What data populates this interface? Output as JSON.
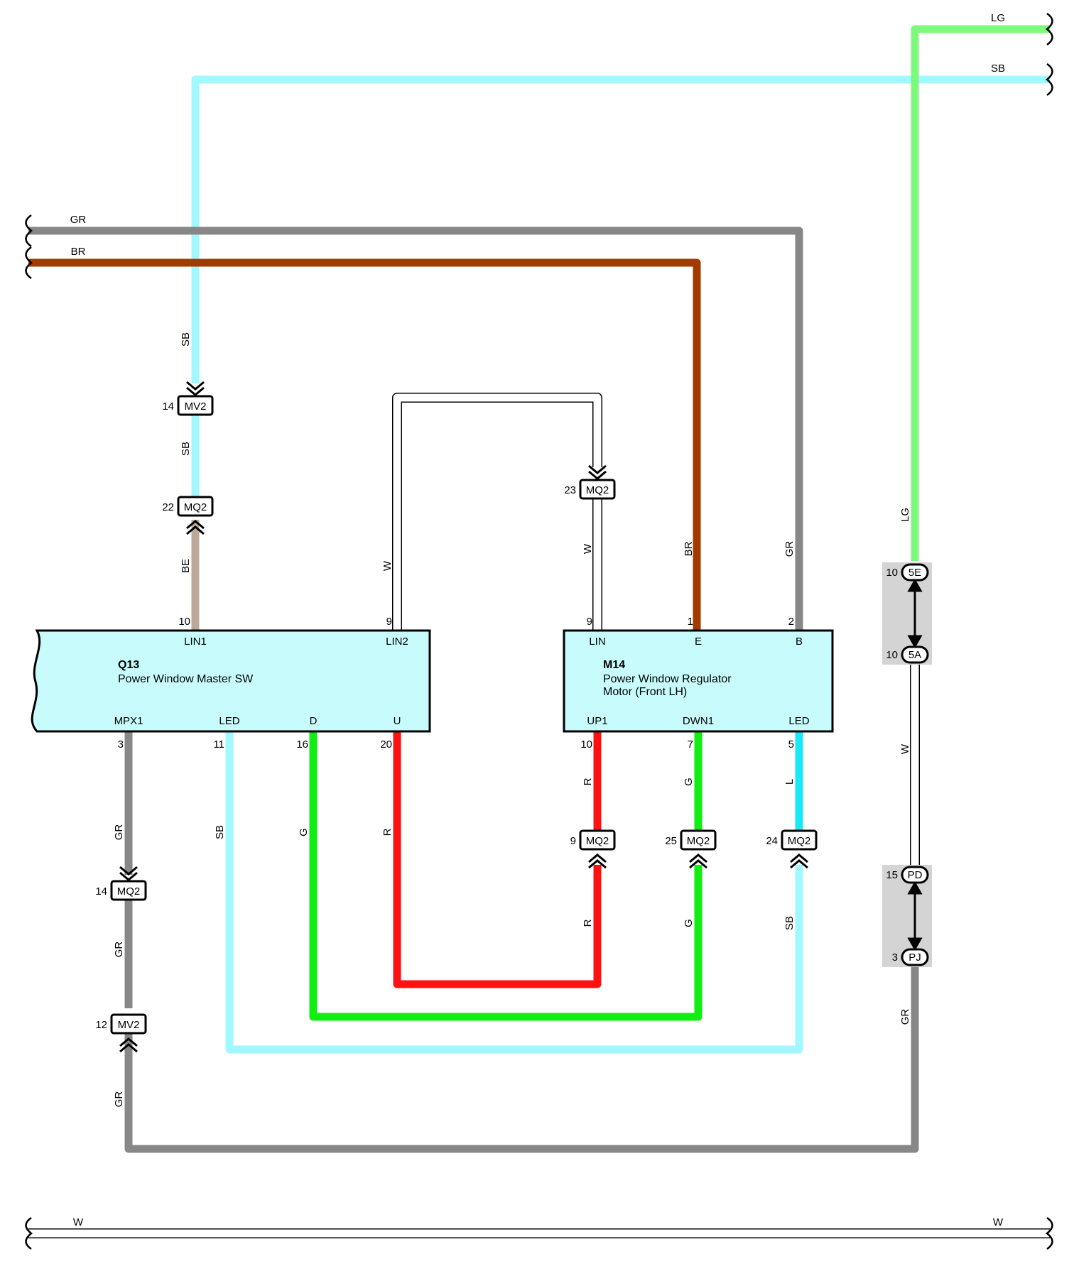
{
  "colors": {
    "GR": "#878787",
    "BR": "#a33a00",
    "SB": "#a1f8ff",
    "LG": "#7dfa7d",
    "BE": "#bca898",
    "W": "#ffffff",
    "G": "#11ee11",
    "R": "#fe1111",
    "L": "#18e8f8",
    "component_fill": "#c8fcfc",
    "junction_fill": "#d4d4d4"
  },
  "wire_labels": {
    "top_lg": "LG",
    "top_sb": "SB",
    "left_gr": "GR",
    "left_br": "BR",
    "sb_above_mv2": "SB",
    "sb_between": "SB",
    "be": "BE",
    "w_lin2": "W",
    "w_mq2_23": "W",
    "br_e": "BR",
    "gr_b": "GR",
    "lg_right": "LG",
    "w_right": "W",
    "gr_right": "GR",
    "gr_mpx_1": "GR",
    "gr_mpx_2": "GR",
    "gr_mpx_3": "GR",
    "sb_led": "SB",
    "g_d": "G",
    "r_u": "R",
    "r_up1": "R",
    "r_up1_low": "R",
    "g_dwn1": "G",
    "g_dwn1_low": "G",
    "l_led": "L",
    "sb_led_low": "SB",
    "bottom_w_left": "W",
    "bottom_w_right": "W"
  },
  "connectors": {
    "mv2_top": {
      "name": "MV2",
      "pin": "14"
    },
    "mq2_22": {
      "name": "MQ2",
      "pin": "22"
    },
    "mq2_23": {
      "name": "MQ2",
      "pin": "23"
    },
    "mq2_9": {
      "name": "MQ2",
      "pin": "9"
    },
    "mq2_25": {
      "name": "MQ2",
      "pin": "25"
    },
    "mq2_24": {
      "name": "MQ2",
      "pin": "24"
    },
    "mq2_14": {
      "name": "MQ2",
      "pin": "14"
    },
    "mv2_12": {
      "name": "MV2",
      "pin": "12"
    },
    "j_5e": {
      "name": "5E",
      "pin": "10"
    },
    "j_5a": {
      "name": "5A",
      "pin": "10"
    },
    "j_pd": {
      "name": "PD",
      "pin": "15"
    },
    "j_pj": {
      "name": "PJ",
      "pin": "3"
    }
  },
  "q13": {
    "name": "Q13",
    "desc": "Power Window Master SW",
    "pins": {
      "lin1": {
        "num": "10",
        "label": "LIN1"
      },
      "lin2": {
        "num": "9",
        "label": "LIN2"
      },
      "mpx1": {
        "num": "3",
        "label": "MPX1"
      },
      "led": {
        "num": "11",
        "label": "LED"
      },
      "d": {
        "num": "16",
        "label": "D"
      },
      "u": {
        "num": "20",
        "label": "U"
      }
    }
  },
  "m14": {
    "name": "M14",
    "desc1": "Power Window Regulator",
    "desc2": "Motor (Front LH)",
    "pins": {
      "lin": {
        "num": "9",
        "label": "LIN"
      },
      "e": {
        "num": "1",
        "label": "E"
      },
      "b": {
        "num": "2",
        "label": "B"
      },
      "up1": {
        "num": "10",
        "label": "UP1"
      },
      "dwn1": {
        "num": "7",
        "label": "DWN1"
      },
      "led": {
        "num": "5",
        "label": "LED"
      }
    }
  }
}
